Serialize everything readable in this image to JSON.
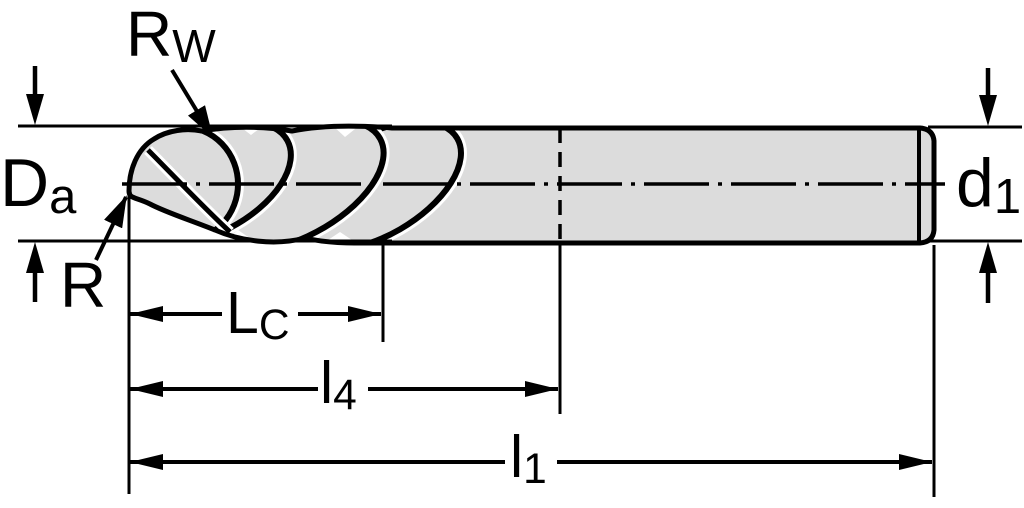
{
  "figure": {
    "description": "Ball nose end mill side-view dimension drawing",
    "background_color": "#ffffff",
    "tool_fill_color": "#dcdcdc",
    "line_color": "#000000",
    "labels": {
      "rw": {
        "main": "R",
        "sub": "W"
      },
      "da": {
        "main": "D",
        "sub": "a"
      },
      "r": {
        "main": "R",
        "sub": ""
      },
      "lc": {
        "main": "L",
        "sub": "C"
      },
      "l4": {
        "main": "l",
        "sub": "4"
      },
      "l1": {
        "main": "l",
        "sub": "1"
      },
      "d1": {
        "main": "d",
        "sub": "1"
      }
    }
  }
}
